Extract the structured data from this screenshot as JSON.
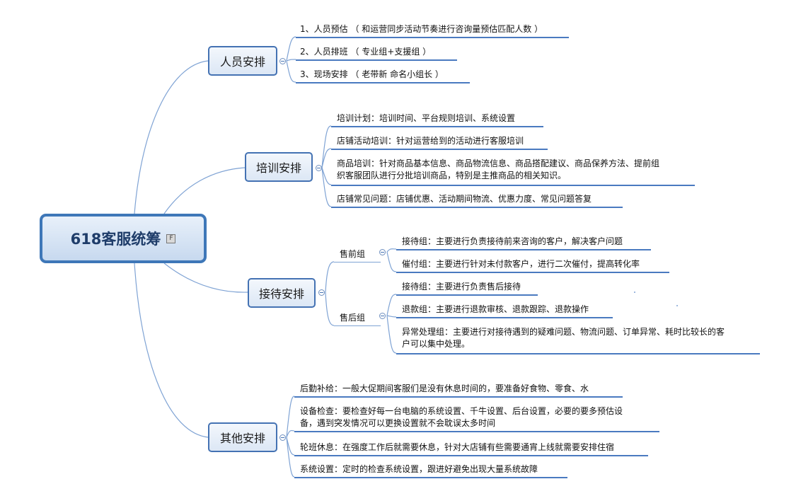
{
  "root": {
    "title": "618客服统筹",
    "note_icon": "F"
  },
  "branches": [
    {
      "label": "人员安排",
      "items": [
        "1、人员预估 （ 和运营同步活动节奏进行咨询量预估匹配人数 ）",
        "2、人员排班 （ 专业组+支援组 ）",
        "3、现场安排 （ 老带新  命名小组长 ）"
      ]
    },
    {
      "label": "培训安排",
      "items": [
        "培训计划：培训时间、平台规则培训、系统设置",
        "店铺活动培训：针对运营给到的活动进行客服培训",
        "商品培训：针对商品基本信息、商品物流信息、商品搭配建议、商品保养方法、提前组",
        "织客服团队进行分批培训商品，特别是主推商品的相关知识。",
        "店铺常见问题：店铺优惠、活动期间物流、优惠力度、常见问题答复"
      ]
    },
    {
      "label": "接待安排",
      "groups": [
        {
          "label": "售前组",
          "items": [
            "接待组：主要进行负责接待前来咨询的客户，解决客户问题",
            "催付组：主要进行针对未付款客户，进行二次催付，提高转化率"
          ]
        },
        {
          "label": "售后组",
          "items": [
            "接待组：主要进行负责售后接待",
            "退款组：主要进行退款审核、退款跟踪、退款操作",
            "异常处理组：主要进行对接待遇到的疑难问题、物流问题、订单异常、耗时比较长的客",
            "户可以集中处理。"
          ]
        }
      ]
    },
    {
      "label": "其他安排",
      "items": [
        "后勤补给：一般大促期间客服们是没有休息时间的，要准备好食物、零食、水",
        "设备检查：要检查好每一台电脑的系统设置、千牛设置、后台设置，必要的要多预估设",
        "备，遇到突发情况可以更换设置就不会耽误太多时间",
        "轮班休息：在强度工作后就需要休息，针对大店铺有些需要通宵上线就需要安排住宿",
        "系统设置：定时的检查系统设置，跟进好避免出现大量系统故障"
      ]
    }
  ]
}
